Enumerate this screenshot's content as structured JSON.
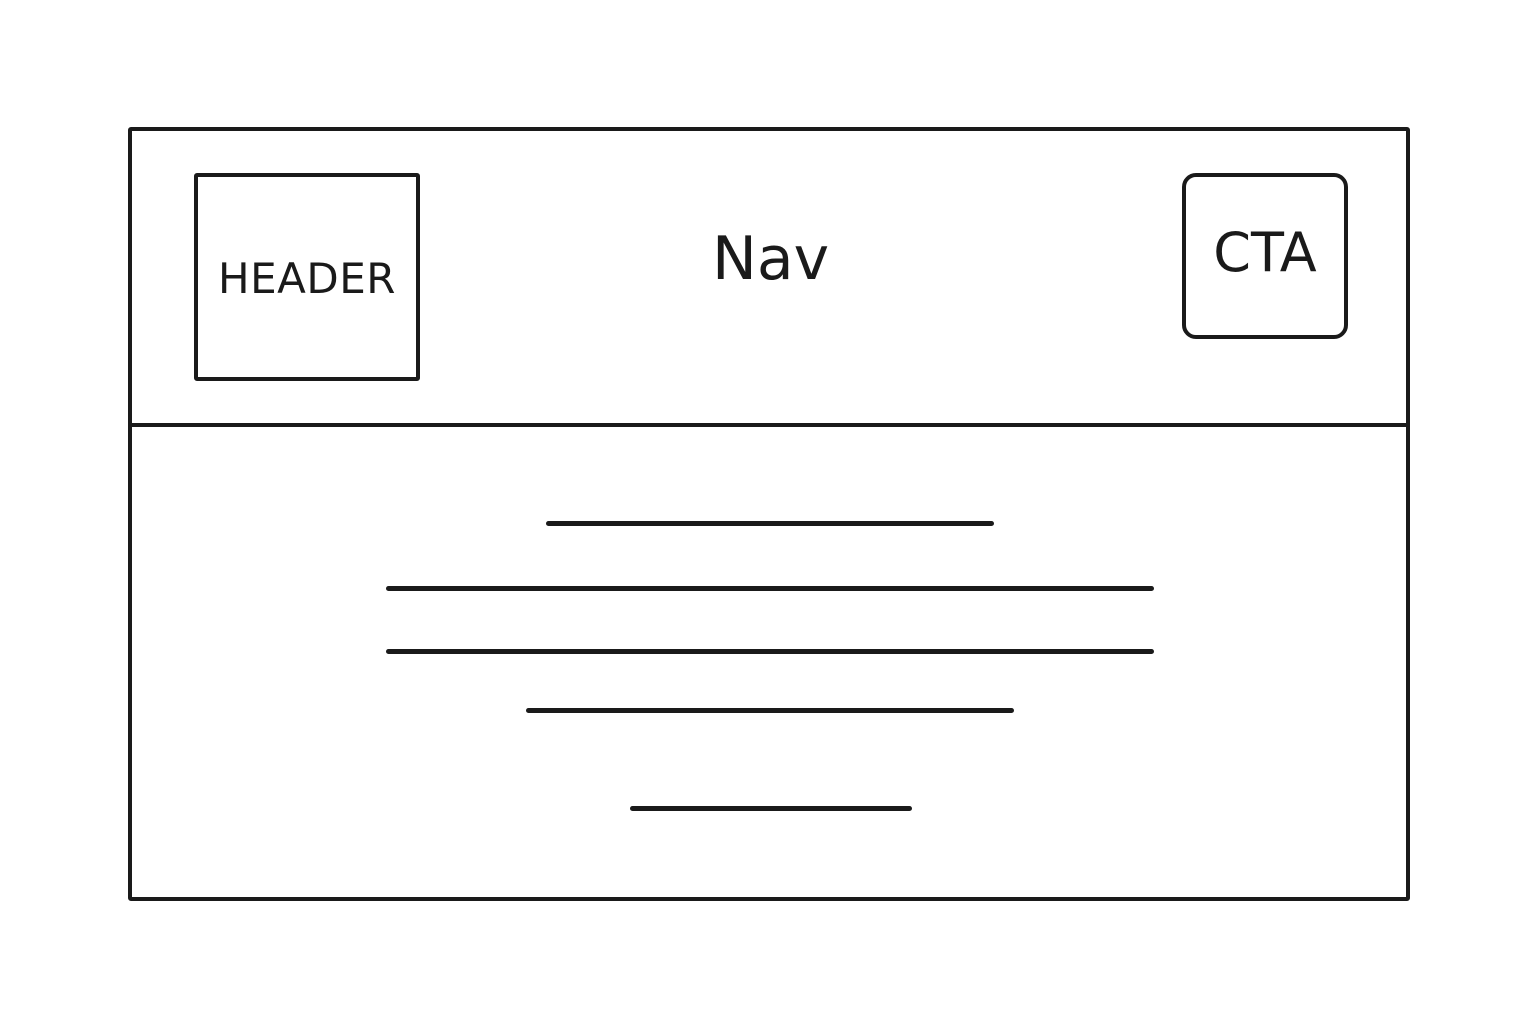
{
  "header": {
    "logo_label": "HEADER",
    "nav_label": "Nav",
    "cta_label": "CTA"
  },
  "colors": {
    "stroke": "#1a1a1a",
    "background": "#ffffff"
  }
}
